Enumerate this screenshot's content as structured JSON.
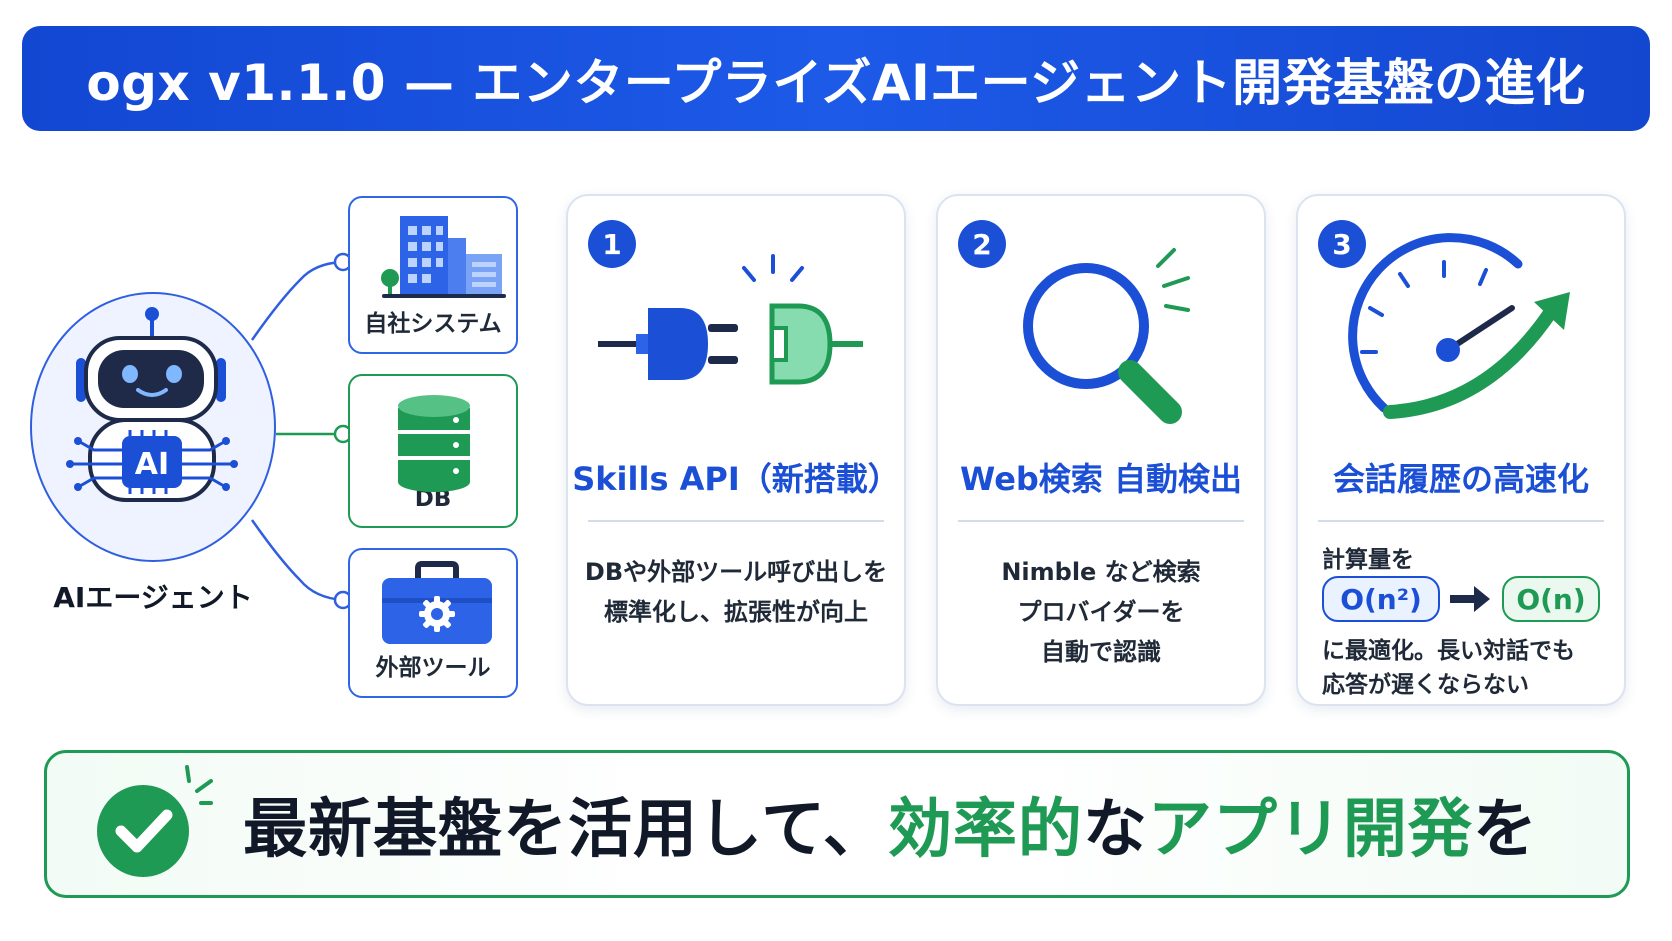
{
  "header": {
    "title": "ogx v1.1.0 — エンタープライズAIエージェント開発基盤の進化"
  },
  "agent": {
    "label": "AIエージェント",
    "chip_text": "AI",
    "targets": [
      {
        "label": "自社システム",
        "icon": "building-icon"
      },
      {
        "label": "DB",
        "icon": "database-icon"
      },
      {
        "label": "外部ツール",
        "icon": "toolbox-icon"
      }
    ]
  },
  "features": [
    {
      "number": "1",
      "title": "Skills API（新搭載）",
      "icon": "plug-icon",
      "desc": [
        "DBや外部ツール呼び出しを",
        "標準化し、拡張性が向上"
      ]
    },
    {
      "number": "2",
      "title": "Web検索 自動検出",
      "icon": "magnifier-icon",
      "desc": [
        "Nimble など検索",
        "プロバイダーを",
        "自動で認識"
      ]
    },
    {
      "number": "3",
      "title": "会話履歴の高速化",
      "icon": "speedometer-icon",
      "desc_top": "計算量を",
      "complexity_from": "O(n²)",
      "complexity_to": "O(n)",
      "desc_bottom": [
        "に最適化。長い対話でも",
        "応答が遅くならない"
      ]
    }
  ],
  "footer": {
    "icon": "check-circle-icon",
    "segments": [
      {
        "text": "最新基盤を活用して、",
        "style": "dark"
      },
      {
        "text": "効率的",
        "style": "green"
      },
      {
        "text": "な",
        "style": "dark"
      },
      {
        "text": "アプリ開発",
        "style": "green"
      },
      {
        "text": "を",
        "style": "dark"
      }
    ]
  },
  "colors": {
    "primary_blue": "#1a4fd6",
    "accent_green": "#1f9a55",
    "banner_blue": "#1d5ae8"
  }
}
